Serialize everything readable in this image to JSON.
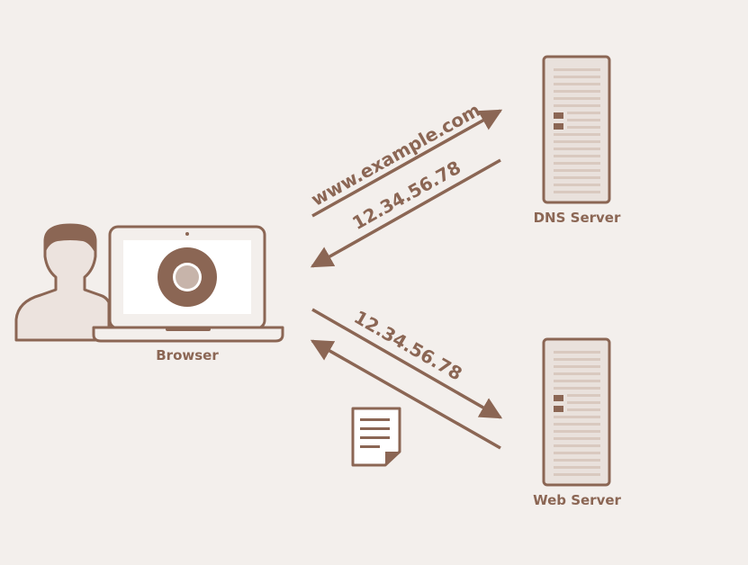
{
  "colors": {
    "background": "#f3efec",
    "primary": "#8b6654",
    "server_fill": "#e9e1dc",
    "stripe": "#d9c9bf",
    "screen": "#ffffff",
    "person_fill": "#ece3de"
  },
  "nodes": {
    "browser": {
      "label": "Browser"
    },
    "dns_server": {
      "label": "DNS Server"
    },
    "web_server": {
      "label": "Web Server"
    }
  },
  "arrows": {
    "dns_request": {
      "label": "www.example.com"
    },
    "dns_response": {
      "label": "12.34.56.78"
    },
    "web_request": {
      "label": "12.34.56.78"
    }
  }
}
